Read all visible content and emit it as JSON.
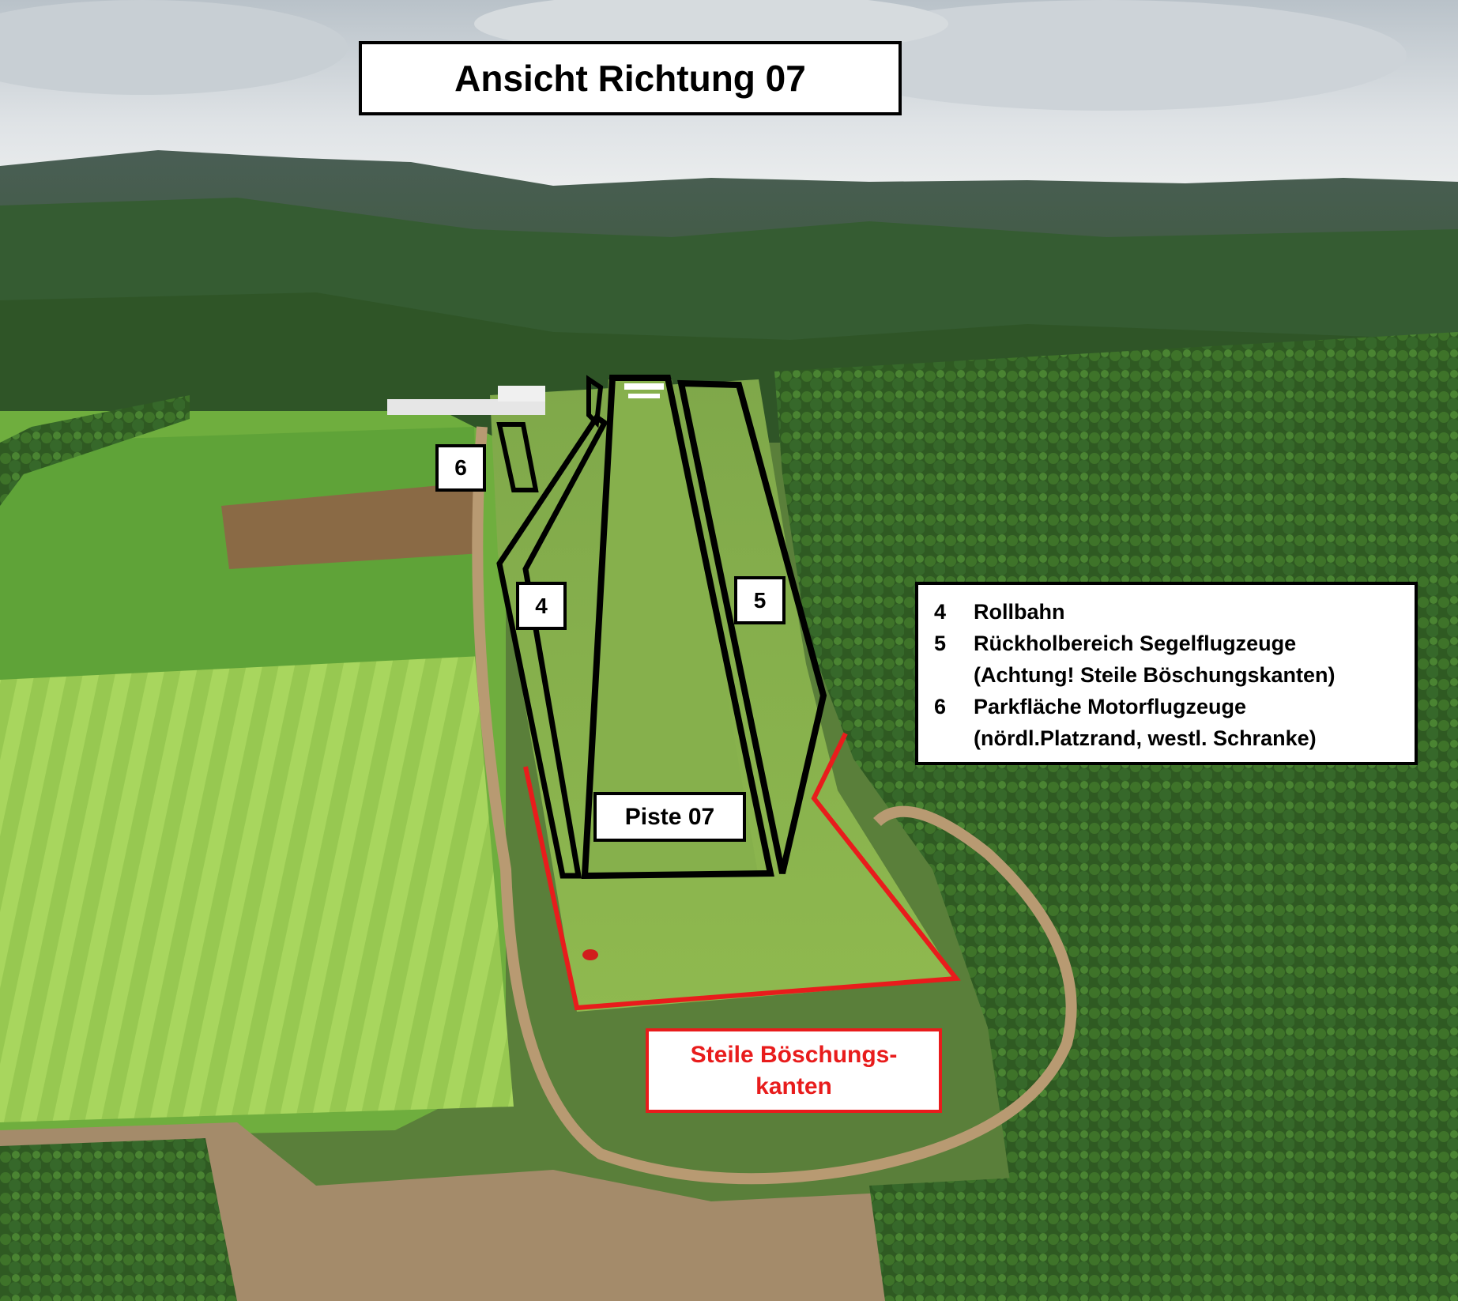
{
  "title": "Ansicht Richtung 07",
  "zones": {
    "z6": "6",
    "z4": "4",
    "z5": "5",
    "piste": "Piste 07"
  },
  "danger": {
    "line1": "Steile Böschungs-",
    "line2": "kanten",
    "color": "#e81c1c"
  },
  "legend": [
    {
      "num": "4",
      "text": "Rollbahn",
      "sub": ""
    },
    {
      "num": "5",
      "text": "Rückholbereich Segelflugzeuge",
      "sub": "(Achtung! Steile Böschungskanten)"
    },
    {
      "num": "6",
      "text": "Parkfläche Motorflugzeuge",
      "sub": "(nördl.Platzrand, westl.  Schranke)"
    }
  ]
}
